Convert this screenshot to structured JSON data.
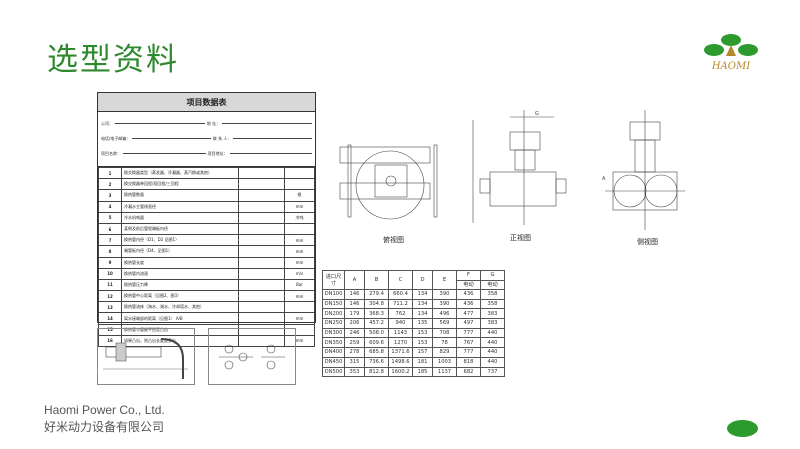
{
  "slide": {
    "title": "选型资料",
    "footer_en": "Haomi Power Co., Ltd.",
    "footer_cn": "好米动力设备有限公司",
    "logo_text": "HAOMI",
    "accent": "#2f8a2f"
  },
  "form": {
    "title": "项目数据表",
    "fields": {
      "company": "公司：",
      "address": "地 址：",
      "phone": "电话/电子邮箱：",
      "contact": "联 系 人：",
      "project": "项目名称：",
      "project_addr": "项目地址："
    },
    "rows": [
      {
        "n": "1",
        "label": "换交换器类型（蒸发器、冷凝器、蒸汽换或其他）",
        "unit": ""
      },
      {
        "n": "2",
        "label": "换交换器单回程/双回程/三回程",
        "unit": ""
      },
      {
        "n": "3",
        "label": "换热管数量",
        "unit": "根"
      },
      {
        "n": "4",
        "label": "冷凝水主管线直径",
        "unit": "mm"
      },
      {
        "n": "5",
        "label": "冷水机吨量",
        "unit": "冷吨"
      },
      {
        "n": "6",
        "label": "某侧及前后管程端板内径",
        "unit": ""
      },
      {
        "n": "7",
        "label": "换热管内径（D1、D2 见图1）",
        "unit": "mm"
      },
      {
        "n": "8",
        "label": "端管板内径（D4、见图1）",
        "unit": "mm"
      },
      {
        "n": "9",
        "label": "换热管长度",
        "unit": "mm"
      },
      {
        "n": "10",
        "label": "换热管内流速",
        "unit": "m/s"
      },
      {
        "n": "11",
        "label": "换热管压力降",
        "unit": "Bar"
      },
      {
        "n": "12",
        "label": "换热管中心距离（见图2、图3）",
        "unit": "mm"
      },
      {
        "n": "13",
        "label": "换热管流体（海水、湖水、冷却塔水、其他）",
        "unit": ""
      },
      {
        "n": "14",
        "label": "离水接端部的距离（见图1） A/B",
        "unit": "mm"
      },
      {
        "n": "15",
        "label": "换热管与管板平还是凸出",
        "unit": ""
      },
      {
        "n": "16",
        "label": "如果凸出，则凸出长度是多少",
        "unit": "mm"
      }
    ]
  },
  "views": {
    "top": "俯视图",
    "front": "正视图",
    "side": "侧视图"
  },
  "spec_table": {
    "headers": [
      "进口尺寸",
      "A",
      "B",
      "C",
      "D",
      "E",
      "F",
      "G"
    ],
    "sub": "电动",
    "rows": [
      [
        "DN100",
        "146",
        "279.4",
        "660.4",
        "134",
        "390",
        "436",
        "358"
      ],
      [
        "DN150",
        "146",
        "304.8",
        "711.2",
        "134",
        "390",
        "436",
        "358"
      ],
      [
        "DN200",
        "179",
        "368.3",
        "762",
        "134",
        "496",
        "477",
        "383"
      ],
      [
        "DN250",
        "206",
        "457.2",
        "940",
        "135",
        "569",
        "497",
        "383"
      ],
      [
        "DN300",
        "246",
        "508.0",
        "1143",
        "153",
        "708",
        "777",
        "440"
      ],
      [
        "DN350",
        "259",
        "609.6",
        "1270",
        "153",
        "78",
        "767",
        "440"
      ],
      [
        "DN400",
        "278",
        "685.8",
        "1371.6",
        "157",
        "829",
        "777",
        "440"
      ],
      [
        "DN450",
        "315",
        "736.6",
        "1498.6",
        "181",
        "1003",
        "818",
        "440"
      ],
      [
        "DN500",
        "353",
        "812.8",
        "1600.2",
        "185",
        "1137",
        "682",
        "737"
      ]
    ]
  }
}
